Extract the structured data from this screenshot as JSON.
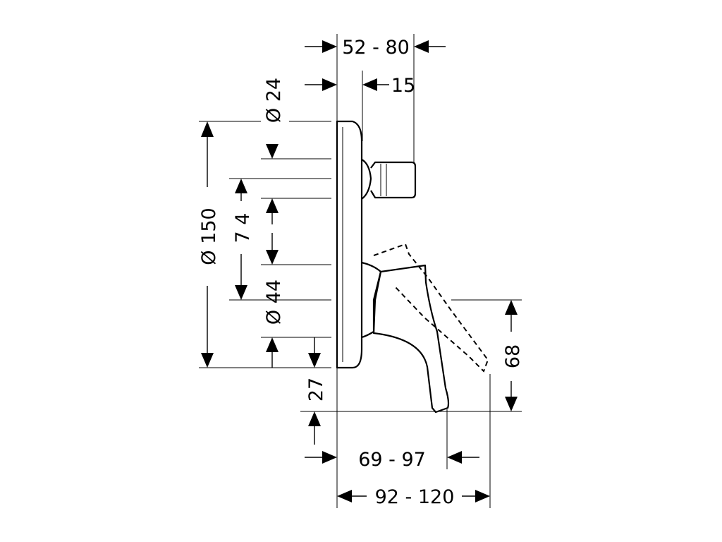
{
  "dimensions": {
    "top_width": "52 - 80",
    "connector_depth": "15",
    "diameter_outlet": "Ø 24",
    "outlet_spacing": "7 4",
    "diameter_plate": "Ø 150",
    "diameter_hub": "Ø 44",
    "lower_offset": "27",
    "handle_height": "68",
    "spout_depth": "69 - 97",
    "total_depth": "92 - 120"
  },
  "colors": {
    "line": "#000000",
    "background": "#ffffff"
  }
}
